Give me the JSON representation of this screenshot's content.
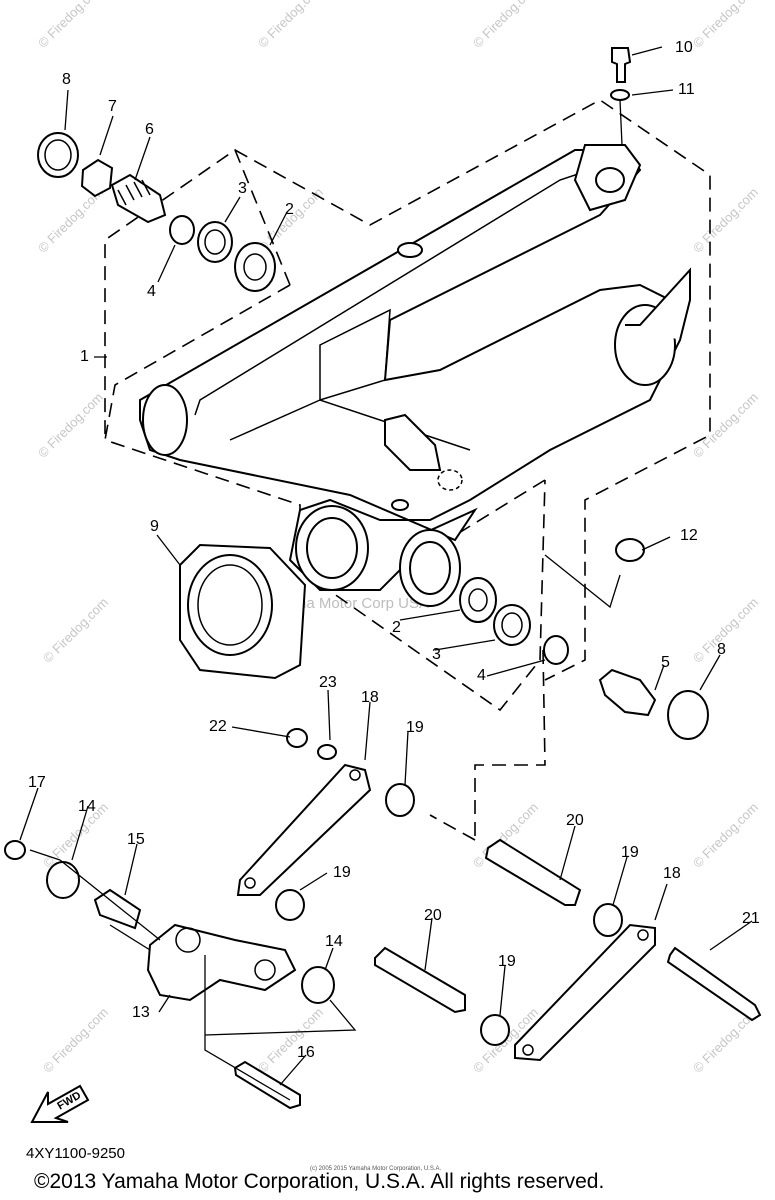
{
  "watermark_text": "© Firedog.com",
  "center_watermark": "Yamaha Motor Corp USA",
  "diagram_code": "4XY1100-9250",
  "copyright": "©2013 Yamaha Motor Corporation, U.S.A. All rights reserved.",
  "fine_print": "(c) 2005 2015 Yamaha Motor Corporation, U.S.A.",
  "fwd_label": "FWD",
  "callouts": [
    "10",
    "11",
    "8",
    "7",
    "6",
    "3",
    "2",
    "4",
    "1",
    "9",
    "12",
    "5",
    "8",
    "2",
    "3",
    "4",
    "23",
    "18",
    "19",
    "22",
    "17",
    "14",
    "15",
    "20",
    "19",
    "19",
    "18",
    "21",
    "20",
    "14",
    "19",
    "13",
    "16"
  ]
}
